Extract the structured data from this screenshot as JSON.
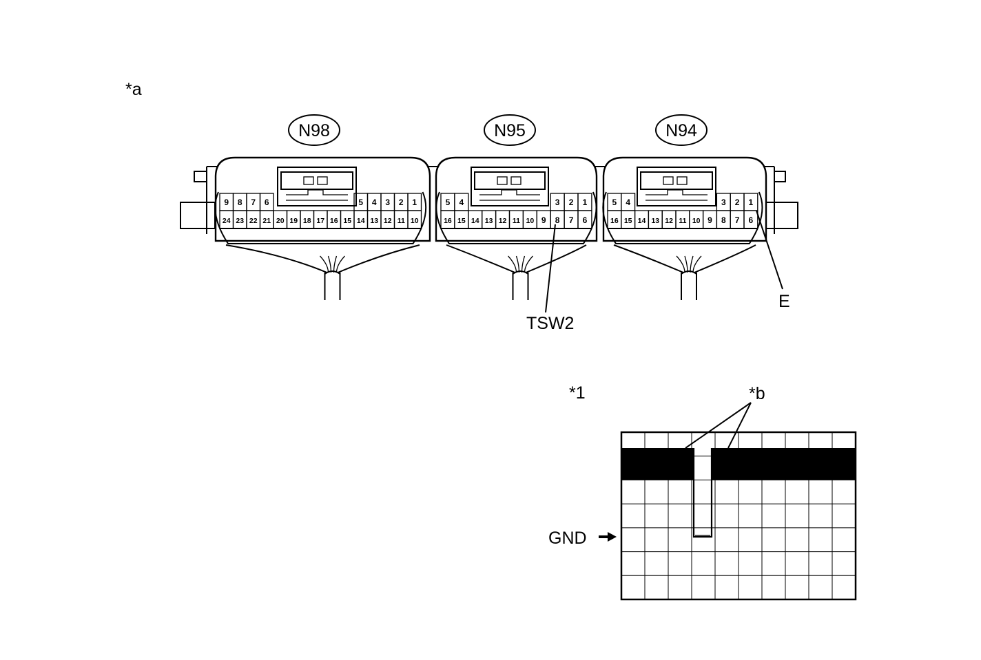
{
  "labels": {
    "view_a": "*a",
    "view_1": "*1",
    "marker_b": "*b",
    "gnd": "GND",
    "tsw2": "TSW2",
    "e": "E"
  },
  "connectors": [
    {
      "id": "N98",
      "top_row": [
        "9",
        "8",
        "7",
        "6",
        "",
        "",
        "",
        "",
        "",
        "",
        "5",
        "4",
        "3",
        "2",
        "1"
      ],
      "bottom_row": [
        "24",
        "23",
        "22",
        "21",
        "20",
        "19",
        "18",
        "17",
        "16",
        "15",
        "14",
        "13",
        "12",
        "11",
        "10"
      ]
    },
    {
      "id": "N95",
      "top_row": [
        "5",
        "4",
        "",
        "",
        "",
        "",
        "",
        "",
        "3",
        "2",
        "1"
      ],
      "bottom_row": [
        "16",
        "15",
        "14",
        "13",
        "12",
        "11",
        "10",
        "9",
        "8",
        "7",
        "6"
      ]
    },
    {
      "id": "N94",
      "top_row": [
        "5",
        "4",
        "",
        "",
        "",
        "",
        "",
        "",
        "3",
        "2",
        "1"
      ],
      "bottom_row": [
        "16",
        "15",
        "14",
        "13",
        "12",
        "11",
        "10",
        "9",
        "8",
        "7",
        "6"
      ]
    }
  ]
}
